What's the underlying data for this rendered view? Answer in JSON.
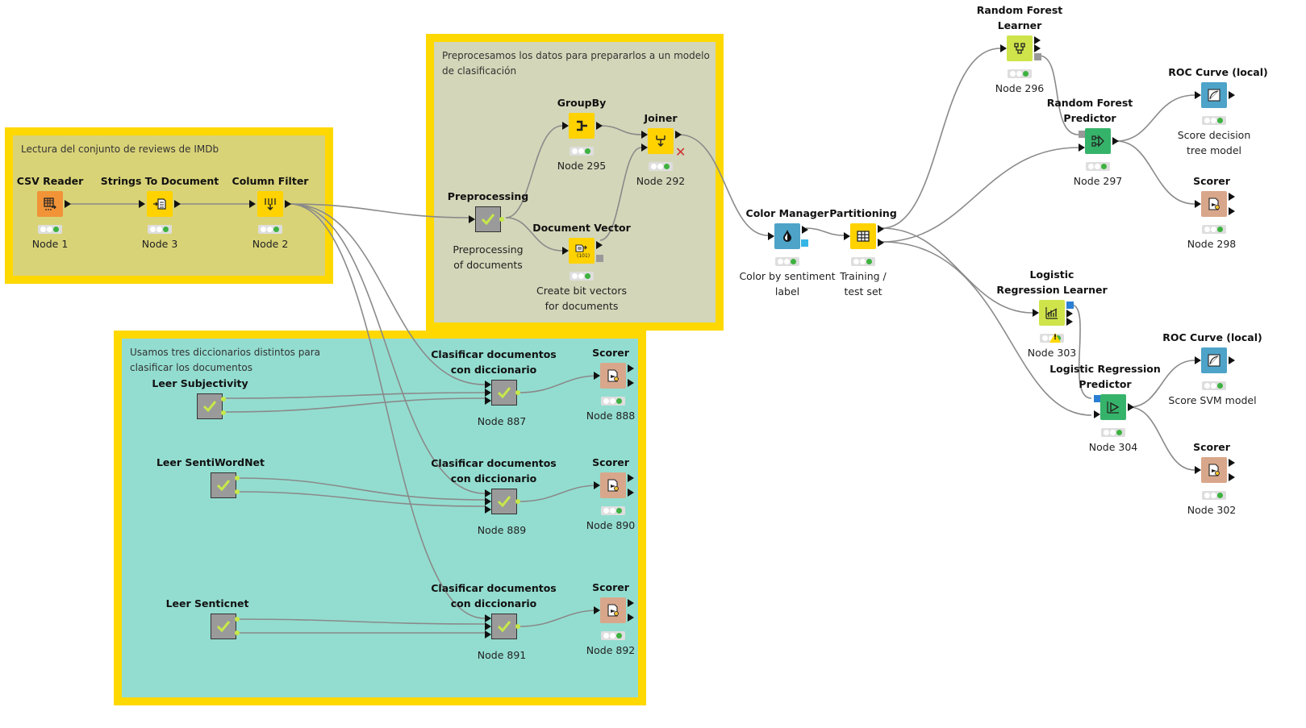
{
  "colors": {
    "annotation_border": "#ffd800",
    "reader_orange": "#f29338",
    "manipulator_yellow": "#ffd200",
    "learner_lime": "#cfe44a",
    "predictor_green": "#36b36a",
    "viz_blue": "#4ea3c8",
    "scorer_tan": "#d8a78b",
    "metanode_grey": "#9a9a9a",
    "ok_green": "#3db240"
  },
  "annotations": {
    "reading": {
      "text": "Lectura del conjunto de reviews de IMDb",
      "fill": "#d9d378"
    },
    "preprocess": {
      "text": "Preprocesamos los datos para prepararlos a un modelo de clasificación",
      "fill": "#d3d6b8"
    },
    "dictionaries": {
      "text": "Usamos tres diccionarios distintos para clasificar los documentos",
      "fill": "#93ddd0"
    }
  },
  "nodes": {
    "csv_reader": {
      "title": "CSV Reader",
      "label": "Node 1",
      "icon": "table-icon"
    },
    "strings_to_document": {
      "title": "Strings To Document",
      "label": "Node 3",
      "icon": "document-icon"
    },
    "column_filter": {
      "title": "Column Filter",
      "label": "Node 2",
      "icon": "filter-icon"
    },
    "preprocessing": {
      "title": "Preprocessing",
      "label": "Preprocessing\nof documents",
      "icon": "check-icon"
    },
    "groupby": {
      "title": "GroupBy",
      "label": "Node 295",
      "icon": "groupby-icon"
    },
    "document_vector": {
      "title": "Document Vector",
      "label": "Create bit vectors\nfor documents",
      "icon": "vector-icon"
    },
    "joiner": {
      "title": "Joiner",
      "label": "Node 292",
      "icon": "joiner-icon"
    },
    "color_manager": {
      "title": "Color Manager",
      "label": "Color by sentiment\nlabel",
      "icon": "drop-icon"
    },
    "partitioning": {
      "title": "Partitioning",
      "label": "Training /\ntest set",
      "icon": "grid-icon"
    },
    "rf_learner": {
      "title": "Random Forest\nLearner",
      "label": "Node 296",
      "icon": "forest-icon"
    },
    "rf_predictor": {
      "title": "Random Forest\nPredictor",
      "label": "Node 297",
      "icon": "forest-predict-icon"
    },
    "roc_1": {
      "title": "ROC Curve (local)",
      "label": "Score decision\ntree model",
      "icon": "roc-icon"
    },
    "scorer_298": {
      "title": "Scorer",
      "label": "Node 298",
      "icon": "scorer-icon"
    },
    "lr_learner": {
      "title": "Logistic\nRegression Learner",
      "label": "Node 303",
      "icon": "regression-icon"
    },
    "lr_predictor": {
      "title": "Logistic Regression\nPredictor",
      "label": "Node 304",
      "icon": "predict-icon"
    },
    "roc_2": {
      "title": "ROC Curve (local)",
      "label": "Score SVM model",
      "icon": "roc-icon"
    },
    "scorer_302": {
      "title": "Scorer",
      "label": "Node 302",
      "icon": "scorer-icon"
    },
    "leer_subjectivity": {
      "title": "Leer Subjectivity",
      "label": "",
      "icon": "check-icon"
    },
    "leer_sentiwordnet": {
      "title": "Leer SentiWordNet",
      "label": "",
      "icon": "check-icon"
    },
    "leer_senticnet": {
      "title": "Leer Senticnet",
      "label": "",
      "icon": "check-icon"
    },
    "clasificar_887": {
      "title": "Clasificar documentos\ncon diccionario",
      "label": "Node 887",
      "icon": "check-icon"
    },
    "clasificar_889": {
      "title": "Clasificar documentos\ncon diccionario",
      "label": "Node 889",
      "icon": "check-icon"
    },
    "clasificar_891": {
      "title": "Clasificar documentos\ncon diccionario",
      "label": "Node 891",
      "icon": "check-icon"
    },
    "scorer_888": {
      "title": "Scorer",
      "label": "Node 888",
      "icon": "scorer-icon"
    },
    "scorer_890": {
      "title": "Scorer",
      "label": "Node 890",
      "icon": "scorer-icon"
    },
    "scorer_892": {
      "title": "Scorer",
      "label": "Node 892",
      "icon": "scorer-icon"
    }
  }
}
